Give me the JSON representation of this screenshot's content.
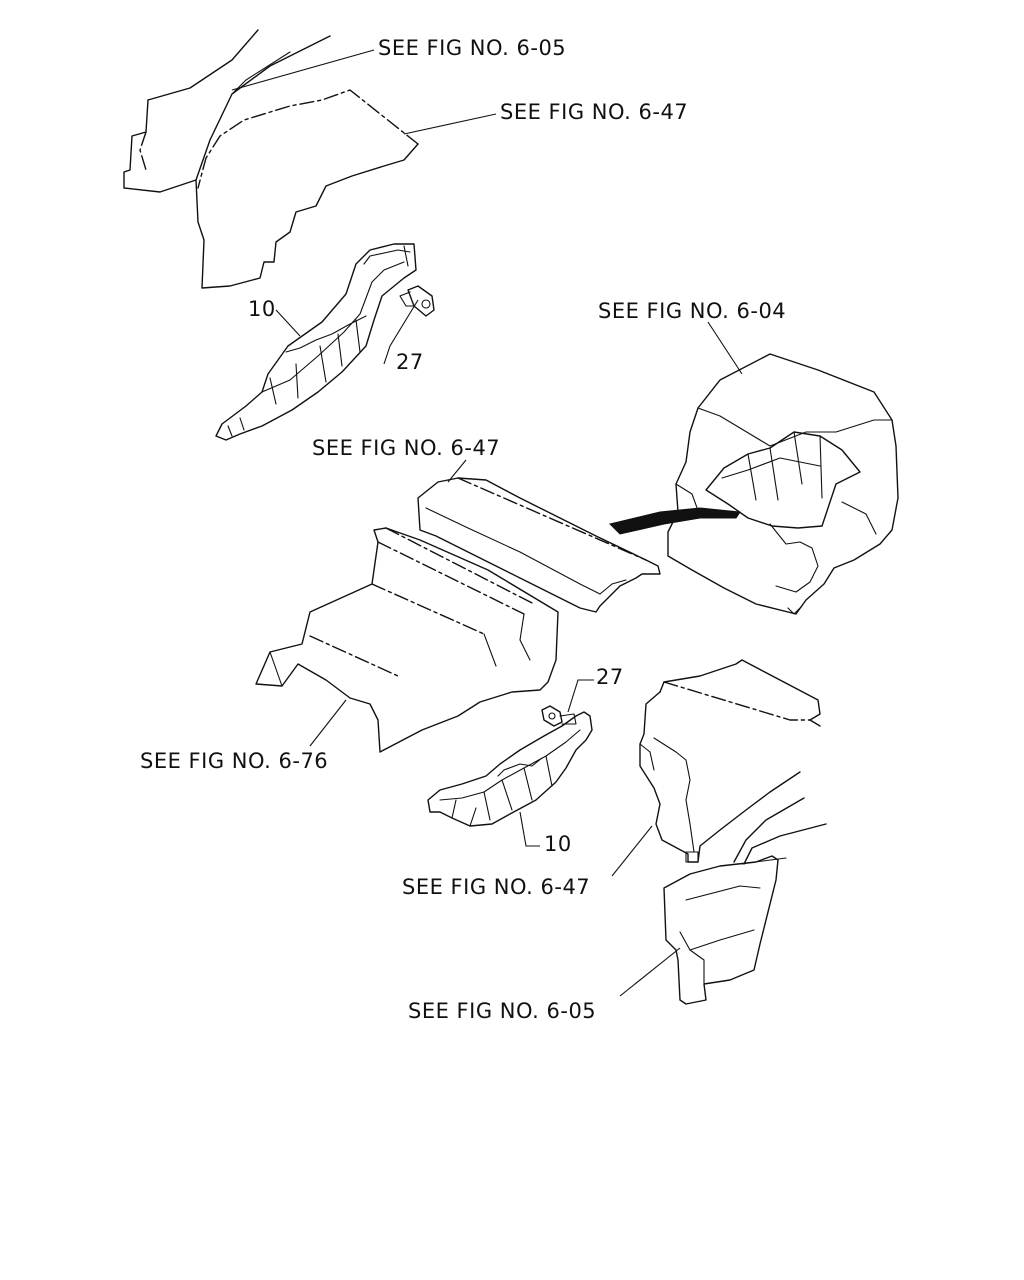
{
  "labels": {
    "ref_6_05_top": "SEE FIG NO. 6-05",
    "ref_6_47_top": "SEE FIG NO. 6-47",
    "ref_6_04": "SEE FIG NO. 6-04",
    "ref_6_47_mid": "SEE FIG NO. 6-47",
    "ref_6_76": "SEE FIG NO. 6-76",
    "ref_6_47_low": "SEE FIG NO. 6-47",
    "ref_6_05_bottom": "SEE FIG NO. 6-05"
  },
  "parts": {
    "upper_bracket_no": "10",
    "upper_bolt_no": "27",
    "lower_bolt_no": "27",
    "lower_bracket_no": "10"
  }
}
